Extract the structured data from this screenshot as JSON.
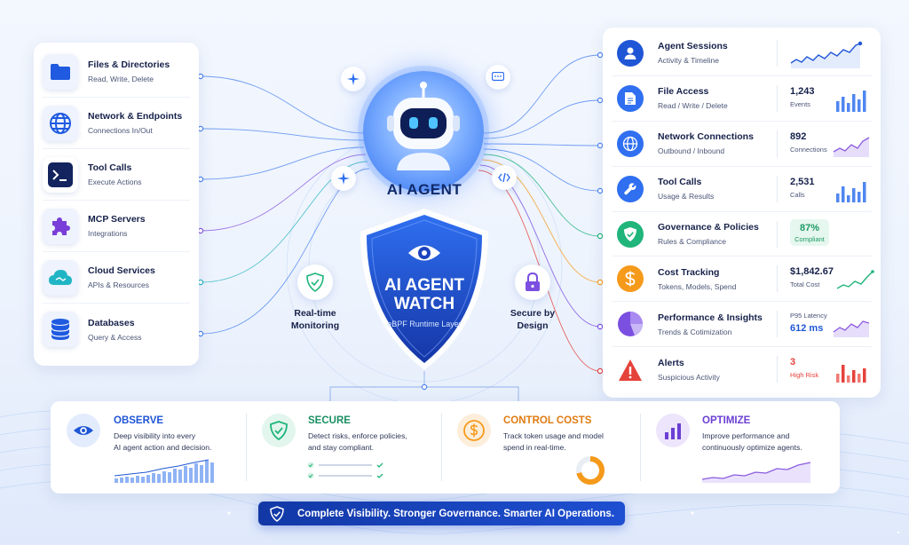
{
  "left_sources": [
    {
      "title": "Files & Directories",
      "sub": "Read, Write, Delete",
      "icon": "folder-icon"
    },
    {
      "title": "Network & Endpoints",
      "sub": "Connections In/Out",
      "icon": "globe-icon"
    },
    {
      "title": "Tool Calls",
      "sub": "Execute Actions",
      "icon": "terminal-icon"
    },
    {
      "title": "MCP Servers",
      "sub": "Integrations",
      "icon": "puzzle-icon"
    },
    {
      "title": "Cloud Services",
      "sub": "APIs & Resources",
      "icon": "cloud-icon"
    },
    {
      "title": "Databases",
      "sub": "Query & Access",
      "icon": "database-icon"
    }
  ],
  "center": {
    "agent_title": "AI AGENT",
    "shield_line1": "AI AGENT",
    "shield_line2": "WATCH",
    "shield_sub": "eBPF Runtime Layer",
    "left_badge_line1": "Real-time",
    "left_badge_line2": "Monitoring",
    "right_badge_line1": "Secure by",
    "right_badge_line2": "Design"
  },
  "right_metrics": [
    {
      "title": "Agent Sessions",
      "sub": "Activity & Timeline",
      "icon": "user-icon",
      "icon_color": "#1f56d6"
    },
    {
      "title": "File Access",
      "sub": "Read / Write / Delete",
      "value": "1,243",
      "label": "Events",
      "icon": "document-icon",
      "icon_color": "#2f6ff0"
    },
    {
      "title": "Network Connections",
      "sub": "Outbound / Inbound",
      "value": "892",
      "label": "Connections",
      "icon": "globe-icon",
      "icon_color": "#2f6ff0"
    },
    {
      "title": "Tool Calls",
      "sub": "Usage & Results",
      "value": "2,531",
      "label": "Calls",
      "icon": "wrench-icon",
      "icon_color": "#2f6ff0"
    },
    {
      "title": "Governance & Policies",
      "sub": "Rules & Compliance",
      "value": "87%",
      "label": "Compliant",
      "icon": "shield-check-icon",
      "icon_color": "#1fb57b"
    },
    {
      "title": "Cost Tracking",
      "sub": "Tokens, Models, Spend",
      "value": "$1,842.67",
      "label": "Total Cost",
      "icon": "dollar-icon",
      "icon_color": "#f59a1b"
    },
    {
      "title": "Performance & Insights",
      "sub": "Trends & Cotimization",
      "value": "612 ms",
      "label": "P95 Latency",
      "icon": "pie-chart-icon",
      "icon_color": "#7b4fe0"
    },
    {
      "title": "Alerts",
      "sub": "Suspicious Activity",
      "value": "3",
      "label": "High Risk",
      "icon": "warning-icon",
      "icon_color": "#e5423b"
    }
  ],
  "pillars": [
    {
      "title": "OBSERVE",
      "desc1": "Deep visibility into every",
      "desc2": "AI agent action and decision.",
      "color": "#1f56d6",
      "icon": "eye-icon"
    },
    {
      "title": "SECURE",
      "desc1": "Detect risks, enforce policies,",
      "desc2": "and stay compliant.",
      "color": "#1a8f63",
      "icon": "shield-check-icon"
    },
    {
      "title": "CONTROL COSTS",
      "desc1": "Track token usage and model",
      "desc2": "spend in real-time.",
      "color": "#e07b12",
      "icon": "dollar-icon"
    },
    {
      "title": "OPTIMIZE",
      "desc1": "Improve performance and",
      "desc2": "continuously optimize agents.",
      "color": "#6b3fd4",
      "icon": "bar-chart-icon"
    }
  ],
  "tagline": "Complete Visibility. Stronger Governance. Smarter AI Operations."
}
